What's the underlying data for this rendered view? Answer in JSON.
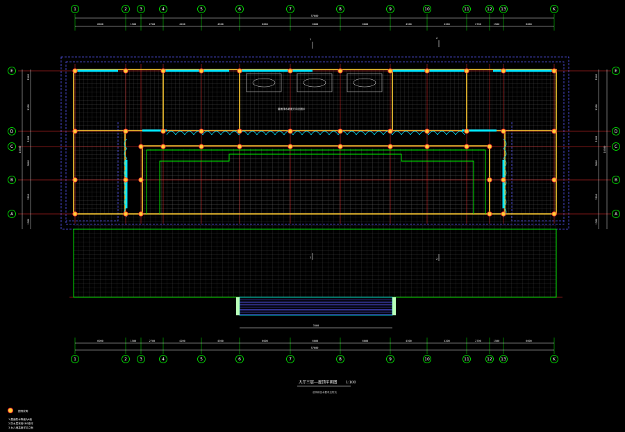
{
  "drawing": {
    "title": "大厅三层---屋顶平面图",
    "scale": "1:100",
    "subtitle": "说明和技术要求见附页",
    "area_label": "屋面排水坡度方向见图示",
    "stair_label": "3500",
    "notes_title": "图例说明",
    "notes": [
      "1.屋面防水等级为Ⅱ级",
      "2.防水层采用SBS卷材",
      "3.女儿墙高度详见立面"
    ]
  },
  "axes_columns": [
    "1",
    "2",
    "3",
    "4",
    "5",
    "6",
    "7",
    "8",
    "9",
    "10",
    "11",
    "12",
    "13",
    "K"
  ],
  "axes_rows": [
    "E",
    "D",
    "C",
    "B",
    "A"
  ],
  "dims_top": [
    "6000",
    "1500",
    "2700",
    "4200",
    "4500",
    "6000",
    "6000",
    "6000",
    "4500",
    "4200",
    "2700",
    "1500",
    "6000"
  ],
  "dims_top_total": "57600",
  "dims_bottom_total": "57600",
  "dims_left": [
    "1500",
    "3300",
    "1500",
    "3000",
    "1500",
    "1200"
  ],
  "dims_left_total": "10500",
  "section_marks": [
    "1",
    "2",
    "1",
    "2"
  ],
  "colors": {
    "grid": "#00ff00",
    "wall": "#ffcc33",
    "cyan": "#00e5ff",
    "dashed": "#5a5aff",
    "red": "#ff3030",
    "white": "#ffffff",
    "pink": "#ff66cc",
    "tile": "#6f6f6f"
  }
}
